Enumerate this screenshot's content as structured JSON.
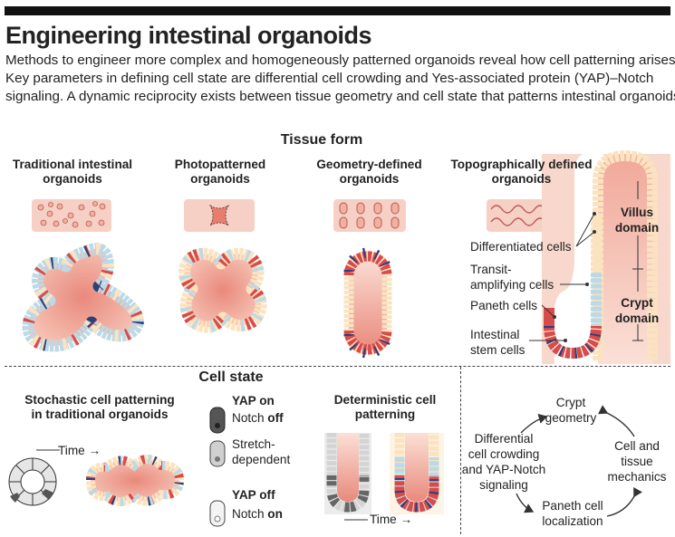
{
  "header": {
    "title": "Engineering intestinal organoids",
    "intro_lines": [
      "Methods to engineer more complex and homogeneously patterned organoids reveal how cell patterning arises.",
      "Key parameters in defining cell state are differential cell crowding and Yes-associated protein (YAP)–Notch",
      "signaling. A dynamic reciprocity exists between tissue geometry and cell state that patterns intestinal organoids."
    ]
  },
  "tissue_form": {
    "heading": "Tissue form",
    "columns": [
      {
        "line1": "Traditional intestinal",
        "line2": "organoids"
      },
      {
        "line1": "Photopatterned",
        "line2": "organoids"
      },
      {
        "line1": "Geometry-defined",
        "line2": "organoids"
      },
      {
        "line1": "Topographically defined",
        "line2": "organoids"
      }
    ],
    "callouts": {
      "differentiated": "Differentiated cells",
      "transit_1": "Transit-",
      "transit_2": "amplifying cells",
      "paneth": "Paneth cells",
      "stem_1": "Intestinal",
      "stem_2": "stem cells",
      "villus_1": "Villus",
      "villus_2": "domain",
      "crypt_1": "Crypt",
      "crypt_2": "domain"
    }
  },
  "cell_state": {
    "heading": "Cell state",
    "stochastic_1": "Stochastic cell patterning",
    "stochastic_2": "in traditional organoids",
    "time_label": "Time",
    "time_arrow": "→",
    "legend": {
      "yap_on": "YAP on",
      "notch_off_prefix": "Notch ",
      "notch_off_bold": "off",
      "stretch_1": "Stretch-",
      "stretch_2": "dependent",
      "yap_off": "YAP off",
      "notch_on_prefix": "Notch ",
      "notch_on_bold": "on"
    },
    "deterministic_1": "Deterministic cell",
    "deterministic_2": "patterning",
    "cycle": {
      "crypt_1": "Crypt",
      "crypt_2": "geometry",
      "mech_1": "Cell and",
      "mech_2": "tissue",
      "mech_3": "mechanics",
      "paneth_1": "Paneth cell",
      "paneth_2": "localization",
      "diff_1": "Differential",
      "diff_2": "cell crowding",
      "diff_3": "and YAP-Notch",
      "diff_4": "signaling"
    }
  },
  "colors": {
    "lumen": "#f2b8a8",
    "lumen_dark": "#e8897a",
    "cell_cream": "#fbe3c0",
    "cell_blue": "#bcd9e6",
    "cell_red": "#d84b4b",
    "cell_navy": "#2f3f78",
    "gel_pink": "#f6d0c4",
    "gray_cell": "#cfcfcf",
    "dark_cell": "#555555"
  }
}
